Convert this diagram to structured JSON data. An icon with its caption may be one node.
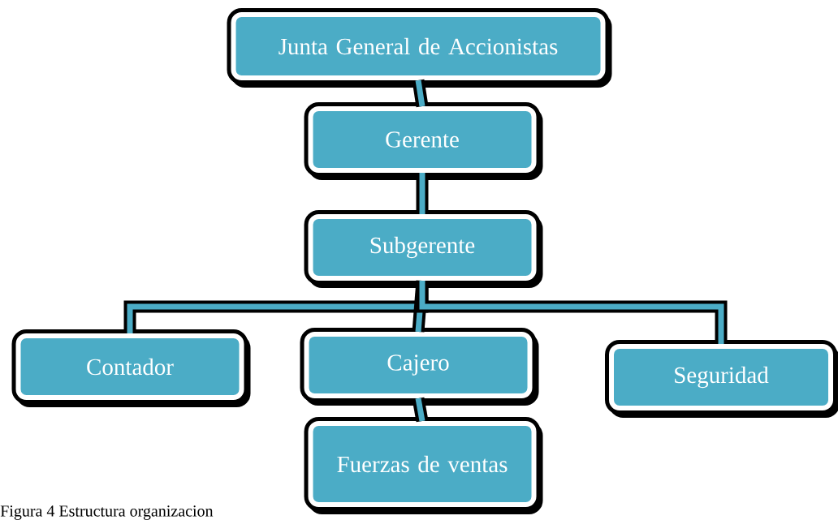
{
  "diagram": {
    "caption": "Figura 4 Estructura organizacion",
    "nodes": [
      {
        "text": [
          "Junta General de Accionistas"
        ]
      },
      {
        "text": [
          "Gerente"
        ]
      },
      {
        "text": [
          "Subgerente"
        ]
      },
      {
        "text": [
          "Contador"
        ]
      },
      {
        "text": [
          "Cajero"
        ]
      },
      {
        "text": [
          "Seguridad"
        ]
      },
      {
        "text": [
          "Fuerzas de ventas"
        ]
      }
    ],
    "edges": [
      {
        "from": 0,
        "to": 1,
        "arrow": "none"
      },
      {
        "from": 1,
        "to": 2,
        "arrow": "none"
      },
      {
        "from": 2,
        "to": 3,
        "arrow": "none"
      },
      {
        "from": 2,
        "to": 4,
        "arrow": "none"
      },
      {
        "from": 2,
        "to": 5,
        "arrow": "none"
      },
      {
        "from": 4,
        "to": 6,
        "arrow": "none"
      }
    ]
  }
}
